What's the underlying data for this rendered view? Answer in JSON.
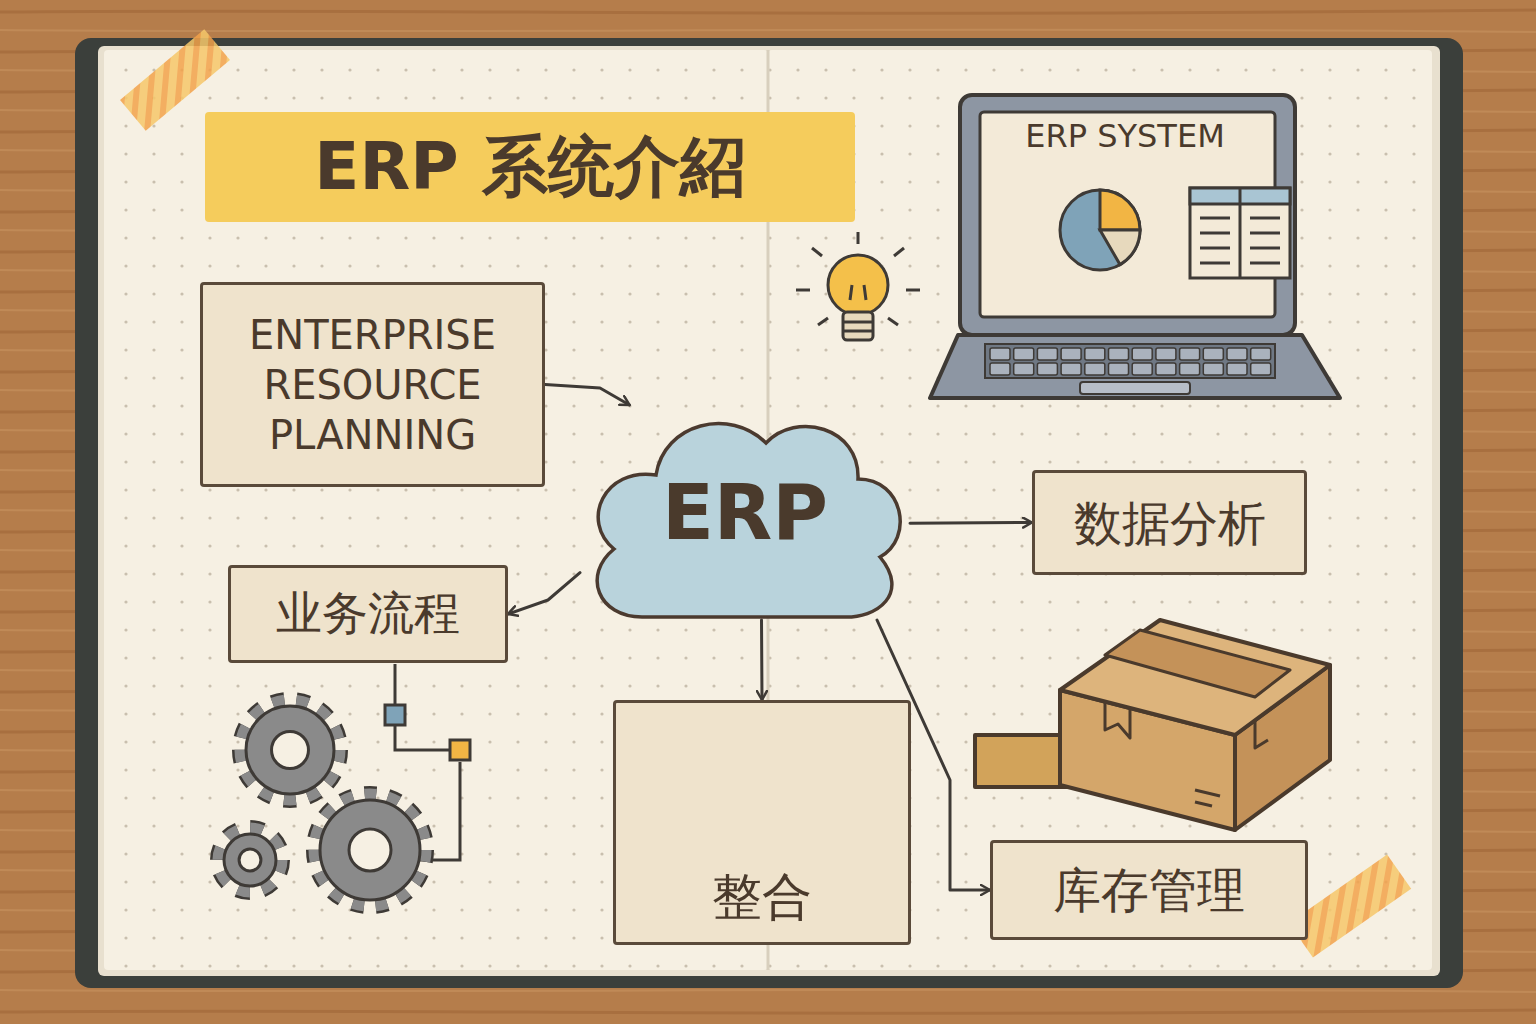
{
  "diagram": {
    "title": "ERP 系统介紹",
    "nodes": [
      {
        "text": [
          "ENTERPRISE RESOURCE PLANNING"
        ]
      },
      {
        "text": [
          "ERP"
        ]
      },
      {
        "text": [
          "数据分析"
        ]
      },
      {
        "text": [
          "业务流程"
        ]
      },
      {
        "text": [
          "整合"
        ]
      },
      {
        "text": [
          "库存管理"
        ]
      }
    ],
    "edges": [
      {
        "from": 0,
        "to": 1,
        "arrow": "to"
      },
      {
        "from": 1,
        "to": 2,
        "arrow": "to"
      },
      {
        "from": 1,
        "to": 3,
        "arrow": "to"
      },
      {
        "from": 1,
        "to": 4,
        "arrow": "to"
      },
      {
        "from": 1,
        "to": 5,
        "arrow": "to"
      }
    ],
    "labels": [
      "ERP SYSTEM"
    ]
  }
}
